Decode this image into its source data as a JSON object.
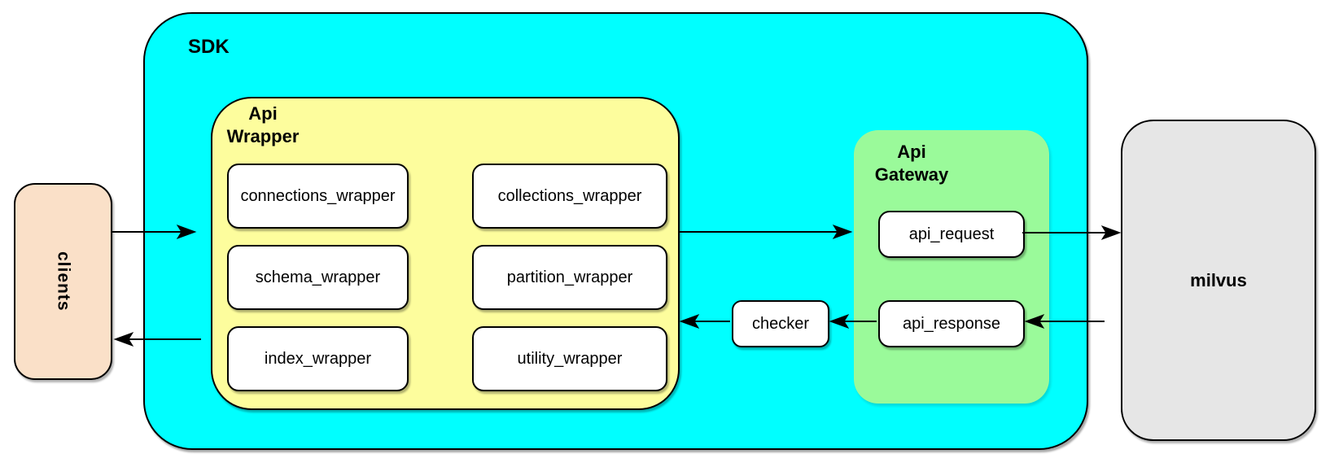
{
  "nodes": {
    "clients": {
      "label": "clients",
      "fill": "#FAE0C8"
    },
    "sdk": {
      "label": "SDK",
      "fill": "#00FFFF"
    },
    "api_wrapper": {
      "label": "Api Wrapper",
      "fill": "#FDFD9D",
      "modules": [
        "connections_wrapper",
        "collections_wrapper",
        "schema_wrapper",
        "partition_wrapper",
        "index_wrapper",
        "utility_wrapper"
      ]
    },
    "checker": {
      "label": "checker",
      "fill": "#FFFFFF"
    },
    "api_gateway": {
      "label": "Api Gateway",
      "fill": "#9AFA9A",
      "modules": [
        "api_request",
        "api_response"
      ]
    },
    "milvus": {
      "label": "milvus",
      "fill": "#E6E6E6"
    }
  },
  "edges": [
    {
      "from": "clients",
      "to": "sdk"
    },
    {
      "from": "api_wrapper",
      "to": "api_gateway"
    },
    {
      "from": "api_request",
      "to": "milvus"
    },
    {
      "from": "milvus",
      "to": "api_response"
    },
    {
      "from": "api_response",
      "to": "checker"
    },
    {
      "from": "checker",
      "to": "api_wrapper"
    },
    {
      "from": "sdk",
      "to": "clients"
    }
  ],
  "arrow_color": "#000000"
}
